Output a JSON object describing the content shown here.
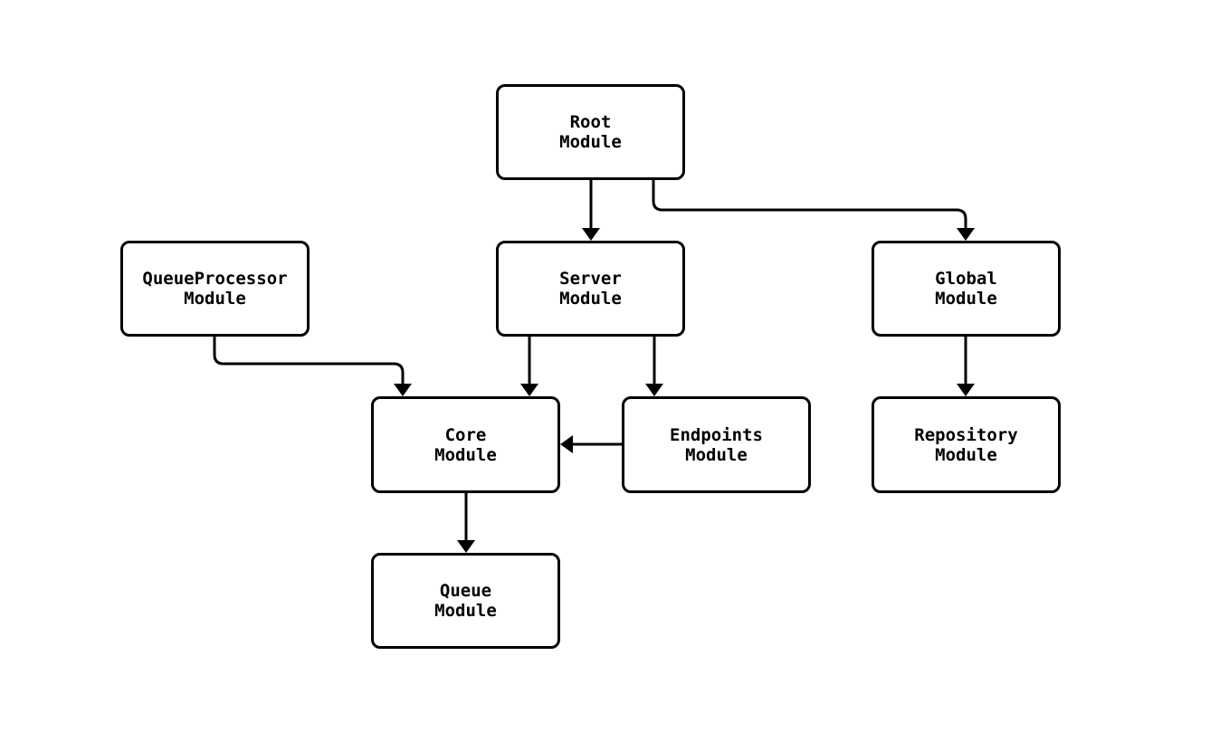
{
  "diagram": {
    "background_color": "#ffffff",
    "stroke_color": "#000000",
    "node_fill_color": "#ffffff",
    "node_text_color": "#000000",
    "nodes": {
      "root": {
        "label": "Root\nModule"
      },
      "server": {
        "label": "Server\nModule"
      },
      "queueprocessor": {
        "label": "QueueProcessor\nModule"
      },
      "global": {
        "label": "Global\nModule"
      },
      "core": {
        "label": "Core\nModule"
      },
      "endpoints": {
        "label": "Endpoints\nModule"
      },
      "repository": {
        "label": "Repository\nModule"
      },
      "queue": {
        "label": "Queue\nModule"
      }
    },
    "edges": [
      {
        "from": "Root Module",
        "to": "Server Module"
      },
      {
        "from": "Root Module",
        "to": "Global Module"
      },
      {
        "from": "QueueProcessor Module",
        "to": "Core Module"
      },
      {
        "from": "Server Module",
        "to": "Core Module"
      },
      {
        "from": "Server Module",
        "to": "Endpoints Module"
      },
      {
        "from": "Endpoints Module",
        "to": "Core Module"
      },
      {
        "from": "Global Module",
        "to": "Repository Module"
      },
      {
        "from": "Core Module",
        "to": "Queue Module"
      }
    ]
  }
}
